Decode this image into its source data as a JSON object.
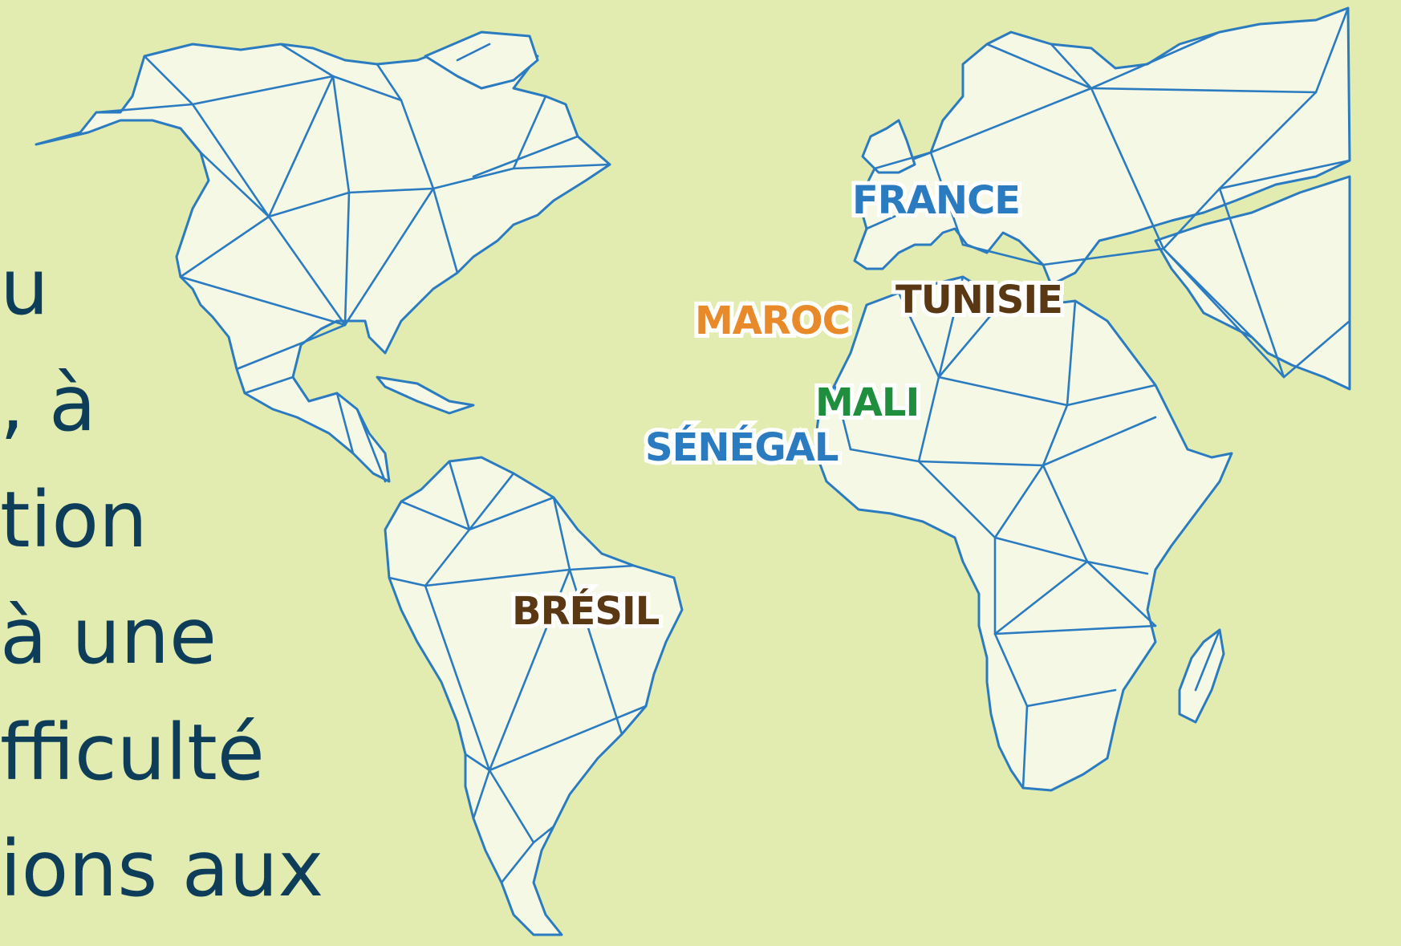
{
  "colors": {
    "background": "#e2ecb0",
    "land_fill": "#f6f8e6",
    "outline": "#2b7bc0",
    "body_text": "#0e3d5a",
    "blue_label": "#2b7bc0",
    "brown_label": "#5b3814",
    "orange_label": "#e8892a",
    "green_label": "#1f8e3d",
    "label_halo": "#ffffff"
  },
  "text_lines": [
    "u",
    ", à",
    "tion",
    "à une",
    "fficulté",
    "ions aux"
  ],
  "countries": {
    "france": {
      "label": "FRANCE",
      "color": "#2b7bc0"
    },
    "tunisie": {
      "label": "TUNISIE",
      "color": "#5b3814"
    },
    "maroc": {
      "label": "MAROC",
      "color": "#e8892a"
    },
    "mali": {
      "label": "MALI",
      "color": "#1f8e3d"
    },
    "senegal": {
      "label": "SÉNÉGAL",
      "color": "#2b7bc0"
    },
    "bresil": {
      "label": "BRÉSIL",
      "color": "#5b3814"
    }
  }
}
